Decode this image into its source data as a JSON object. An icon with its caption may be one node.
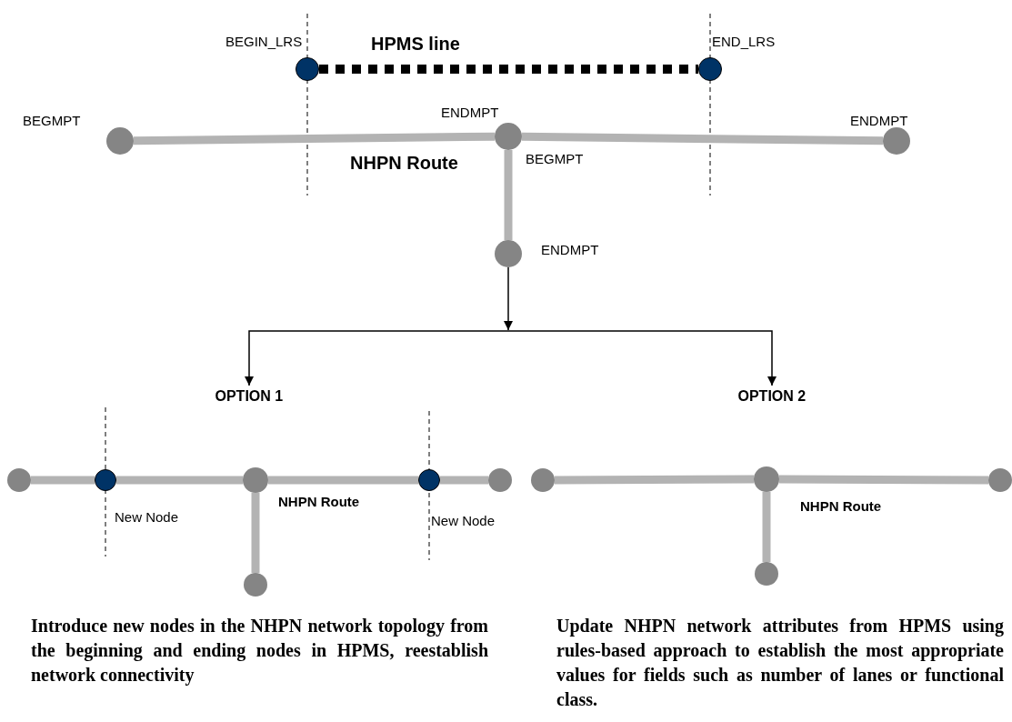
{
  "diagram": {
    "nodes": [
      {
        "text": [],
        "shape": "circle",
        "beside": [
          "BEGIN_LRS"
        ]
      },
      {
        "text": [],
        "shape": "circle",
        "beside": [
          "END_LRS"
        ]
      },
      {
        "text": [],
        "shape": "circle",
        "beside": [
          "BEGMPT"
        ]
      },
      {
        "text": [],
        "shape": "circle",
        "beside": [
          "ENDMPT",
          "BEGMPT"
        ]
      },
      {
        "text": [],
        "shape": "circle",
        "beside": [
          "ENDMPT"
        ]
      },
      {
        "text": [],
        "shape": "circle",
        "beside": [
          "ENDMPT"
        ]
      },
      {
        "text": [
          "OPTION 1"
        ]
      },
      {
        "text": [
          "OPTION 2"
        ]
      },
      {
        "text": [],
        "shape": "circle"
      },
      {
        "text": [],
        "shape": "circle",
        "beside": [
          "New Node"
        ]
      },
      {
        "text": [],
        "shape": "circle"
      },
      {
        "text": [],
        "shape": "circle",
        "beside": [
          "New Node"
        ]
      },
      {
        "text": [],
        "shape": "circle"
      },
      {
        "text": [],
        "shape": "circle"
      },
      {
        "text": [],
        "shape": "circle"
      },
      {
        "text": [],
        "shape": "circle"
      },
      {
        "text": [],
        "shape": "circle"
      },
      {
        "text": [],
        "shape": "circle"
      }
    ],
    "edges": [
      {
        "from": 0,
        "to": 1,
        "arrow": "none",
        "label": "HPMS line",
        "style": "dashed",
        "color": "#000000"
      },
      {
        "from": 2,
        "to": 3,
        "arrow": "none",
        "label": "NHPN Route"
      },
      {
        "from": 3,
        "to": 4,
        "arrow": "none"
      },
      {
        "from": 3,
        "to": 5,
        "arrow": "none"
      },
      {
        "from": 5,
        "to": 6,
        "arrow": "to",
        "color": "#000000"
      },
      {
        "from": 5,
        "to": 7,
        "arrow": "to",
        "color": "#000000"
      },
      {
        "from": 8,
        "to": 9,
        "arrow": "none"
      },
      {
        "from": 9,
        "to": 10,
        "arrow": "none"
      },
      {
        "from": 10,
        "to": 11,
        "arrow": "none",
        "label": "NHPN Route"
      },
      {
        "from": 11,
        "to": 12,
        "arrow": "none"
      },
      {
        "from": 10,
        "to": 13,
        "arrow": "none"
      },
      {
        "from": 14,
        "to": 15,
        "arrow": "none"
      },
      {
        "from": 15,
        "to": 16,
        "arrow": "none",
        "label": "NHPN Route"
      },
      {
        "from": 15,
        "to": 17,
        "arrow": "none"
      }
    ],
    "labels": [
      "Introduce new nodes in the NHPN network topology from the beginning and ending nodes in HPMS, reestablish network connectivity",
      "Update NHPN network attributes from HPMS using rules-based approach to establish the most appropriate values for fields such as number of lanes or functional class."
    ]
  }
}
